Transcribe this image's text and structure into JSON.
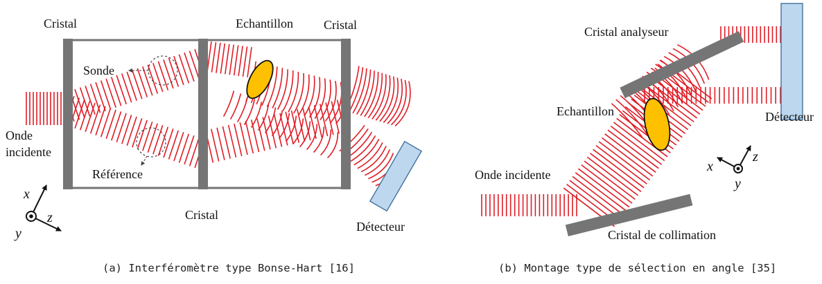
{
  "colors": {
    "wave": "#e01b24",
    "crystal": "#757575",
    "sample": "#ffc000",
    "detector": "#bdd7ee",
    "detector_border": "#41719c"
  },
  "panel_a": {
    "labels": {
      "cristal_top_left": "Cristal",
      "echantillon": "Echantillon",
      "cristal_top_right": "Cristal",
      "sonde": "Sonde",
      "onde": "Onde",
      "incidente": "incidente",
      "reference": "Référence",
      "cristal_bottom": "Cristal",
      "detecteur": "Détecteur"
    },
    "axes": {
      "x": "x",
      "y": "y",
      "z": "z"
    },
    "caption": "(a) Interféromètre type Bonse-Hart [16]"
  },
  "panel_b": {
    "labels": {
      "cristal_analyseur": "Cristal analyseur",
      "echantillon": "Echantillon",
      "detecteur": "Détecteur",
      "onde_incidente": "Onde incidente",
      "cristal_collimation": "Cristal de collimation"
    },
    "axes": {
      "x": "x",
      "y": "y",
      "z": "z"
    },
    "caption": "(b) Montage type de sélection en angle [35]"
  }
}
